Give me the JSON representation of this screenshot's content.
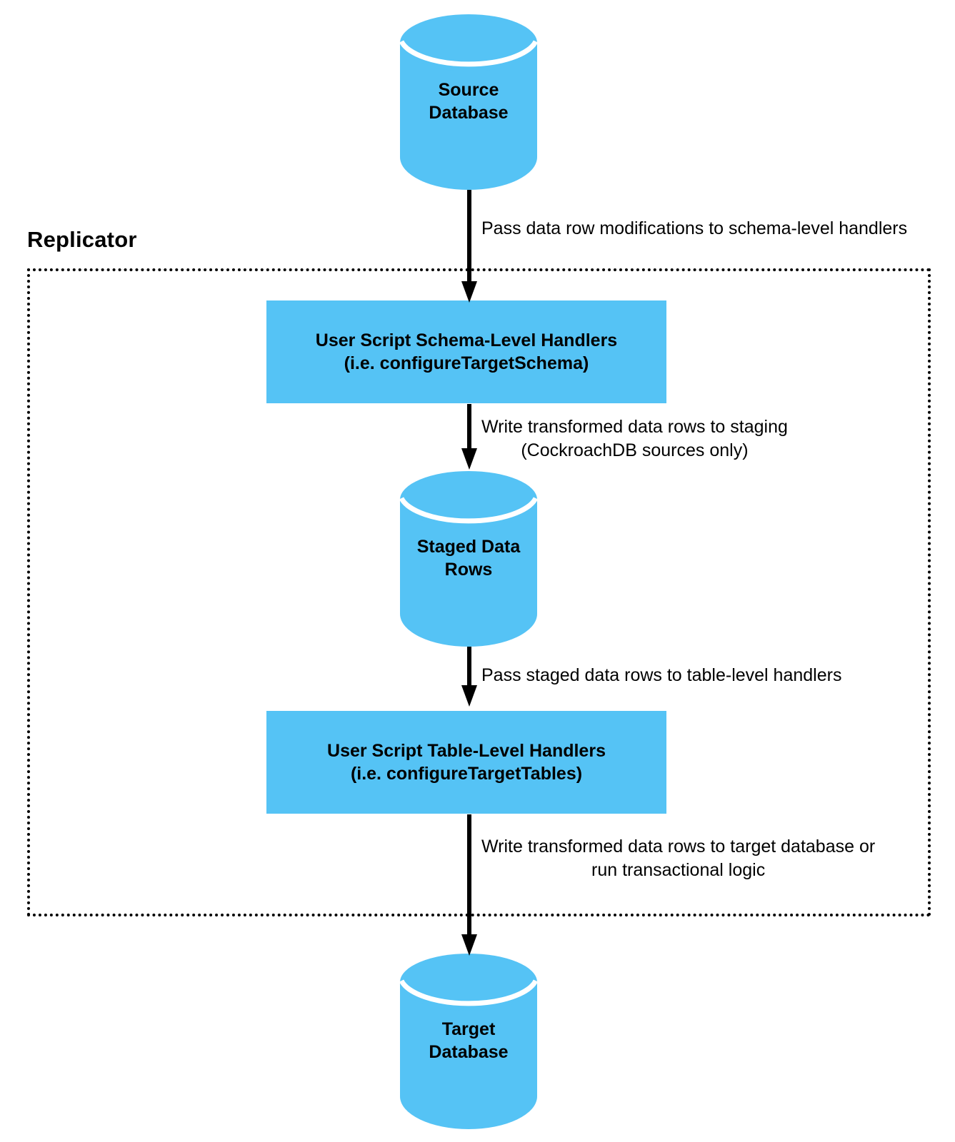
{
  "diagram": {
    "title": "Replicator",
    "accent_color": "#55c3f5",
    "line_color": "#000000",
    "background": "#ffffff",
    "nodes": [
      {
        "id": "source-database",
        "type": "cylinder",
        "label": "Source\nDatabase"
      },
      {
        "id": "schema-level-handlers",
        "type": "process",
        "label": "User Script Schema-Level Handlers\n(i.e. configureTargetSchema)"
      },
      {
        "id": "staged-data-rows",
        "type": "cylinder",
        "label": "Staged Data\nRows"
      },
      {
        "id": "table-level-handlers",
        "type": "process",
        "label": "User Script Table-Level Handlers\n(i.e. configureTargetTables)"
      },
      {
        "id": "target-database",
        "type": "cylinder",
        "label": "Target\nDatabase"
      }
    ],
    "edges": [
      {
        "id": "edge-source-to-schema-handlers",
        "from": "source-database",
        "to": "schema-level-handlers",
        "label": "Pass data row modifications to schema-level handlers"
      },
      {
        "id": "edge-schema-handlers-to-staged",
        "from": "schema-level-handlers",
        "to": "staged-data-rows",
        "label": "Write transformed data rows to staging\n(CockroachDB sources only)"
      },
      {
        "id": "edge-staged-to-table-handlers",
        "from": "staged-data-rows",
        "to": "table-level-handlers",
        "label": "Pass staged data rows to table-level handlers"
      },
      {
        "id": "edge-table-handlers-to-target",
        "from": "table-level-handlers",
        "to": "target-database",
        "label": "Write transformed data rows to target database or\nrun transactional logic"
      }
    ]
  }
}
